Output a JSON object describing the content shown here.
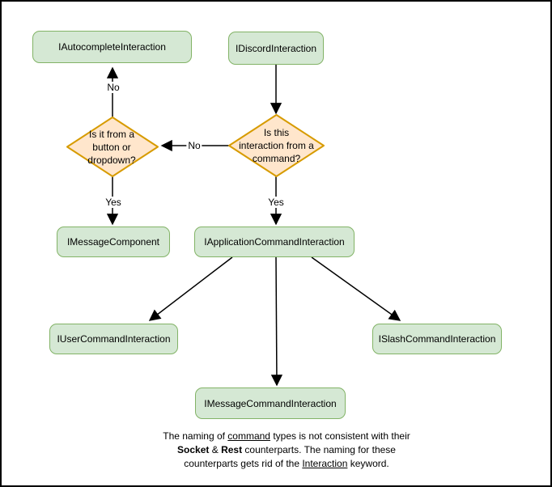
{
  "diagram": {
    "nodes": {
      "autocomplete": {
        "label": "IAutocompleteInteraction"
      },
      "discord": {
        "label": "IDiscordInteraction"
      },
      "message_component": {
        "label": "IMessageComponent"
      },
      "application_command": {
        "label": "IApplicationCommandInteraction"
      },
      "user_command": {
        "label": "IUserCommandInteraction"
      },
      "slash_command": {
        "label": "ISlashCommandInteraction"
      },
      "message_command": {
        "label": "IMessageCommandInteraction"
      }
    },
    "decisions": {
      "from_command": {
        "lines": [
          "Is this",
          "interaction from a",
          "command?"
        ]
      },
      "button_dropdown": {
        "lines": [
          "Is it from a",
          "button or",
          "dropdown?"
        ]
      }
    },
    "edge_labels": {
      "no_top": "No",
      "no_mid": "No",
      "yes_left": "Yes",
      "yes_right": "Yes"
    },
    "note": {
      "l1a": "The naming of ",
      "l1b": "command",
      "l1c": " types is not consistent with their",
      "l2a": "Socket",
      "l2b": " & ",
      "l2c": "Rest",
      "l2d": " counterparts. The naming for these",
      "l3a": "counterparts gets rid of the ",
      "l3b": "Interaction",
      "l3c": " keyword."
    },
    "colors": {
      "node_fill": "#d5e8d4",
      "node_stroke": "#82b366",
      "decision_fill": "#ffe6cc",
      "decision_stroke": "#d79b00",
      "edge": "#000000",
      "background": "#ffffff",
      "frame": "#000000"
    }
  }
}
